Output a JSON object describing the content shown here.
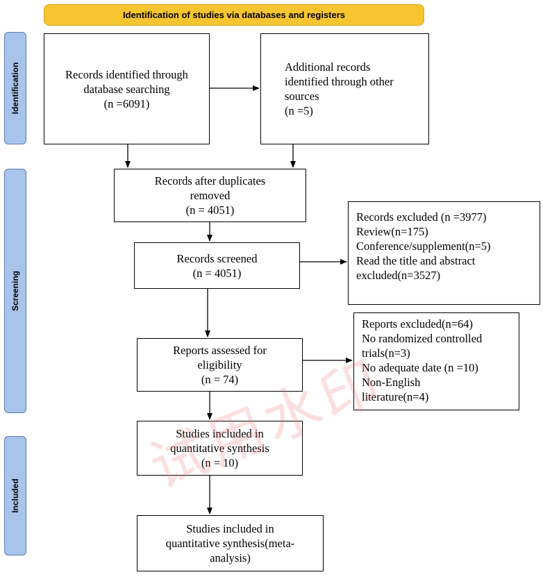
{
  "header": {
    "title": "Identification of studies via databases and registers"
  },
  "phases": {
    "identification": "Identification",
    "screening": "Screening",
    "included": "Included"
  },
  "boxes": {
    "database_search": [
      "Records identified through",
      "database searching",
      "(n =6091)"
    ],
    "other_sources": [
      "Additional records",
      "identified through other",
      "sources",
      "(n =5)"
    ],
    "duplicates_removed": [
      "Records after duplicates",
      "removed",
      "(n = 4051)"
    ],
    "screened": [
      "Records screened",
      "(n = 4051)"
    ],
    "records_excluded": [
      "Records excluded (n =3977)",
      "Review(n=175)",
      "Conference/supplement(n=5)",
      "Read the title and abstract",
      "excluded(n=3527)"
    ],
    "eligibility": [
      "Reports assessed for",
      "eligibility",
      "(n = 74)"
    ],
    "reports_excluded": [
      "Reports excluded(n=64)",
      "No randomized controlled",
      "trials(n=3)",
      "No adequate date (n =10)",
      "Non-English",
      "literature(n=4)"
    ],
    "quantitative": [
      "Studies included in",
      "quantitative synthesis",
      "(n = 10)"
    ],
    "meta_analysis": [
      "Studies included in",
      "quantitative synthesis(meta-",
      "analysis)"
    ]
  },
  "watermark": "试用水印",
  "colors": {
    "header_fill": "#f6c530",
    "phase_fill": "#a8c4ea",
    "watermark": "#eb6e6e"
  }
}
